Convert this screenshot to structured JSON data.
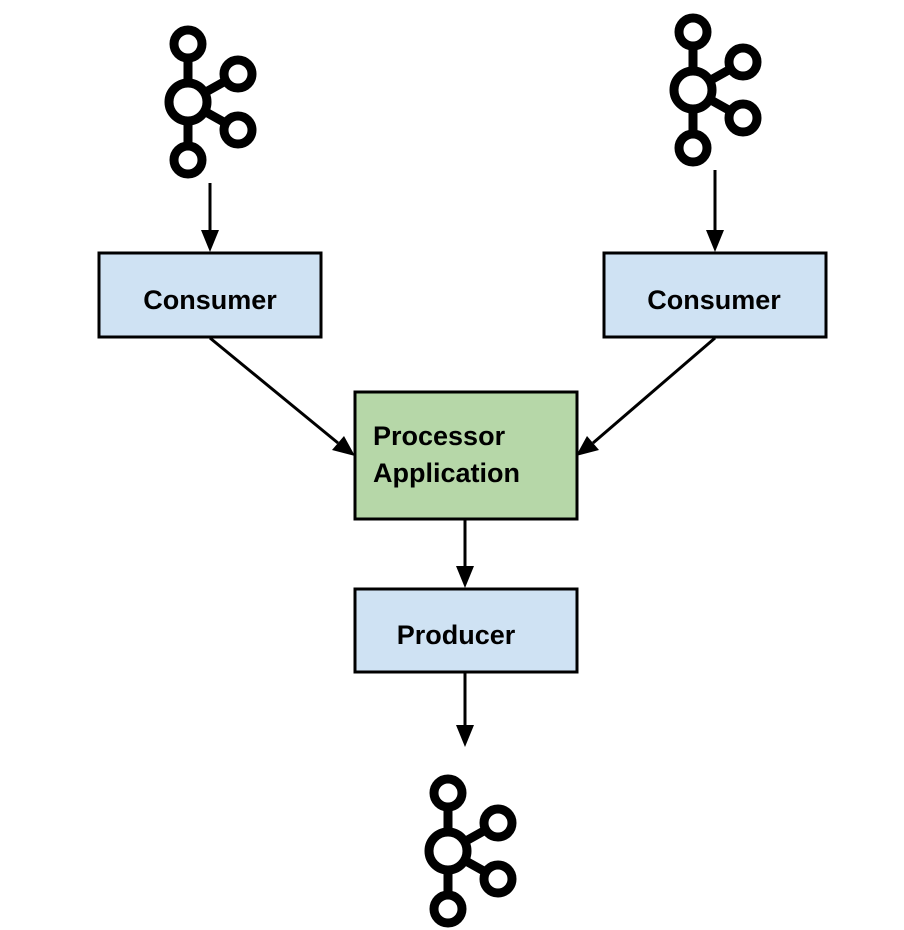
{
  "nodes": {
    "consumer_left": {
      "label": "Consumer"
    },
    "consumer_right": {
      "label": "Consumer"
    },
    "processor": {
      "label_line1": "Processor",
      "label_line2": "Application"
    },
    "producer": {
      "label": "Producer"
    }
  },
  "icons": {
    "source_left": "kafka-logo-icon",
    "source_right": "kafka-logo-icon",
    "sink": "kafka-logo-icon"
  },
  "colors": {
    "consumer_fill": "#cfe2f3",
    "processor_fill": "#b6d7a8",
    "producer_fill": "#cfe2f3",
    "border": "#000000"
  }
}
